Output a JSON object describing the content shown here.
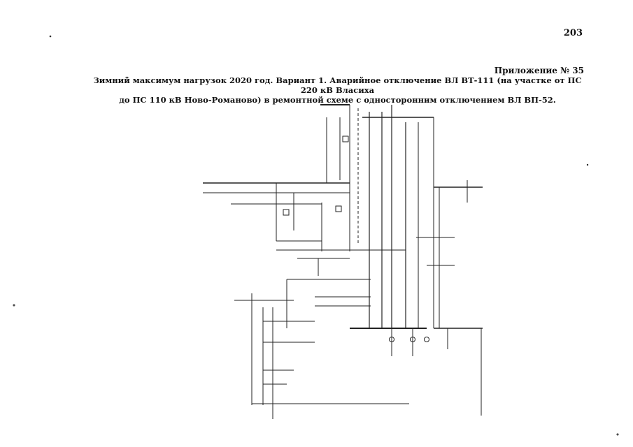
{
  "header": {
    "page_number": "203",
    "appendix_label": "Приложение № 35",
    "title_line1": "Зимний максимум нагрузок 2020 год. Вариант 1. Аварийное отключение ВЛ ВТ-111 (на участке от ПС 220 кВ Власиха",
    "title_line2": "до ПС 110 кВ Ново-Романово) в ремонтной схеме с односторонним отключением ВЛ ВП-52."
  }
}
